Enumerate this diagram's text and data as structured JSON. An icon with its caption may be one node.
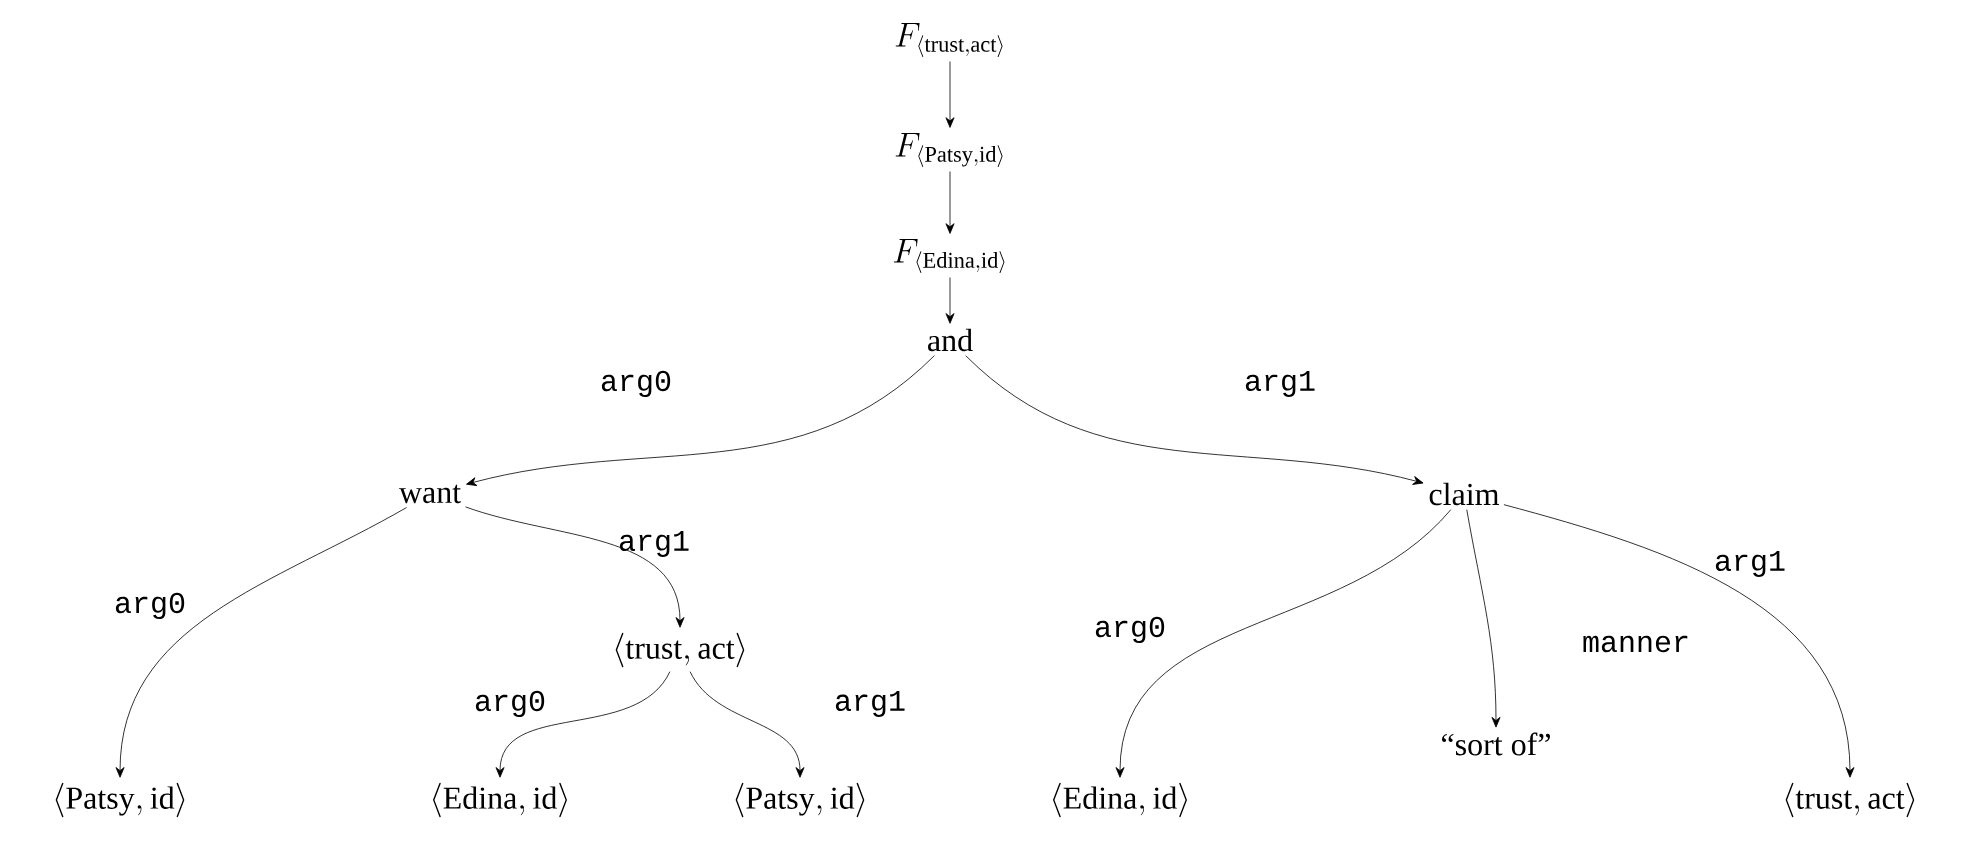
{
  "diagram": {
    "nodes": [
      {
        "text": [
          "F_{\\langle \\mathrm{trust,act}\\rangle}"
        ]
      },
      {
        "text": [
          "F_{\\langle \\mathrm{Patsy,id}\\rangle}"
        ]
      },
      {
        "text": [
          "F_{\\langle \\mathrm{Edina,id}\\rangle}"
        ]
      },
      {
        "text": [
          "and"
        ]
      },
      {
        "text": [
          "want"
        ]
      },
      {
        "text": [
          "claim"
        ]
      },
      {
        "text": [
          "\\langle \\mathrm{Patsy}, \\mathrm{id}\\rangle"
        ]
      },
      {
        "text": [
          "\\langle \\mathrm{trust}, \\mathrm{act}\\rangle"
        ]
      },
      {
        "text": [
          "\\langle \\mathrm{Edina}, \\mathrm{id}\\rangle"
        ]
      },
      {
        "text": [
          "\\langle \\mathrm{Patsy}, \\mathrm{id}\\rangle"
        ]
      },
      {
        "text": [
          "\\langle \\mathrm{Edina}, \\mathrm{id}\\rangle"
        ]
      },
      {
        "text": [
          "“sort of”"
        ]
      },
      {
        "text": [
          "\\langle \\mathrm{trust}, \\mathrm{act}\\rangle"
        ]
      }
    ],
    "edges": [
      {
        "from": 0,
        "to": 1,
        "arrow": "to"
      },
      {
        "from": 1,
        "to": 2,
        "arrow": "to"
      },
      {
        "from": 2,
        "to": 3,
        "arrow": "to"
      },
      {
        "from": 3,
        "to": 4,
        "arrow": "to",
        "label": "arg0"
      },
      {
        "from": 3,
        "to": 5,
        "arrow": "to",
        "label": "arg1"
      },
      {
        "from": 4,
        "to": 6,
        "arrow": "to",
        "label": "arg0"
      },
      {
        "from": 4,
        "to": 7,
        "arrow": "to",
        "label": "arg1"
      },
      {
        "from": 7,
        "to": 8,
        "arrow": "to",
        "label": "arg0"
      },
      {
        "from": 7,
        "to": 9,
        "arrow": "to",
        "label": "arg1"
      },
      {
        "from": 5,
        "to": 10,
        "arrow": "to",
        "label": "arg0"
      },
      {
        "from": 5,
        "to": 11,
        "arrow": "to",
        "label": "manner"
      },
      {
        "from": 5,
        "to": 12,
        "arrow": "to",
        "label": "arg1"
      }
    ]
  }
}
